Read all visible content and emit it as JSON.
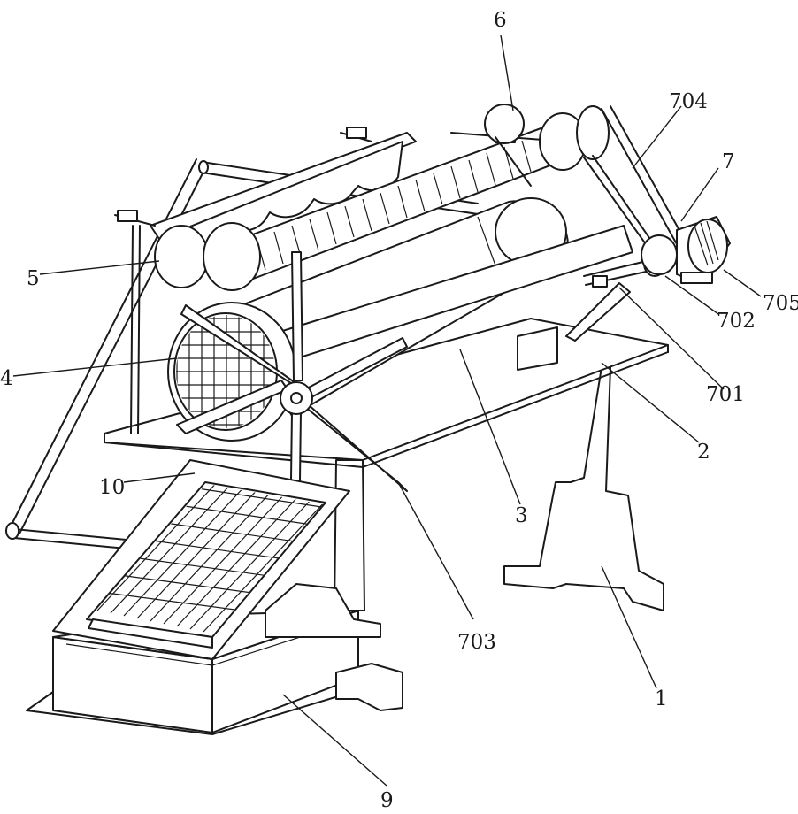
{
  "labels": {
    "l1": "1",
    "l2": "2",
    "l3": "3",
    "l4": "4",
    "l5": "5",
    "l6": "6",
    "l7": "7",
    "l9": "9",
    "l10": "10",
    "l701": "701",
    "l702": "702",
    "l703": "703",
    "l704": "704",
    "l705": "705"
  }
}
